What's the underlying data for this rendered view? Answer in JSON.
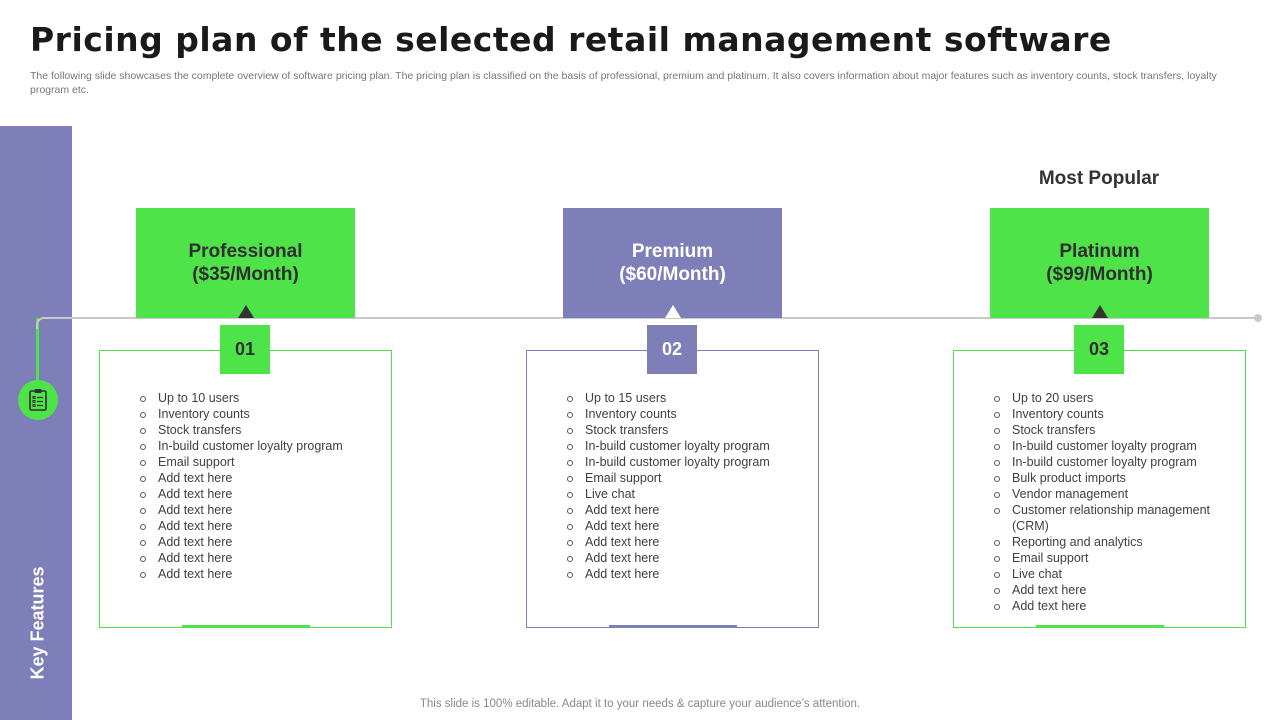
{
  "title": "Pricing plan of the selected retail management software",
  "subtitle": "The following slide showcases the complete overview of software pricing plan. The pricing plan is classified on the basis of professional, premium and platinum. It also covers information about major features such as inventory counts, stock transfers, loyalty program etc.",
  "sidebar": {
    "label": "Key Features",
    "icon": "clipboard-checklist-icon"
  },
  "most_popular": "Most Popular",
  "colors": {
    "green": "#4fe34a",
    "purple": "#7e7fb8",
    "timeline": "#c8c8c8"
  },
  "plans": [
    {
      "name": "Professional",
      "price": "($35/Month)",
      "number": "01",
      "features": [
        "Up to 10 users",
        "Inventory  counts",
        "Stock transfers",
        "In-build  customer loyalty program",
        "Email support",
        "Add text here",
        "Add text here",
        "Add text here",
        "Add text here",
        "Add text here",
        "Add text here",
        "Add text here"
      ]
    },
    {
      "name": "Premium",
      "price": "($60/Month)",
      "number": "02",
      "features": [
        "Up to 15 users",
        "Inventory  counts",
        "Stock transfers",
        "In-build  customer loyalty program",
        "In-build  customer loyalty program",
        "Email support",
        "Live  chat",
        "Add text here",
        "Add text here",
        "Add text here",
        "Add text here",
        "Add text here"
      ]
    },
    {
      "name": "Platinum",
      "price": "($99/Month)",
      "number": "03",
      "features": [
        "Up to 20 users",
        "Inventory  counts",
        "Stock transfers",
        "In-build  customer loyalty program",
        "In-build  customer loyalty program",
        "Bulk product imports",
        "Vendor management",
        "Customer relationship  management (CRM)",
        "Reporting  and analytics",
        "Email support",
        "Live  chat",
        "Add text here",
        "Add text here"
      ]
    }
  ],
  "footer": "This slide is 100% editable. Adapt it to your needs & capture your audience’s attention."
}
